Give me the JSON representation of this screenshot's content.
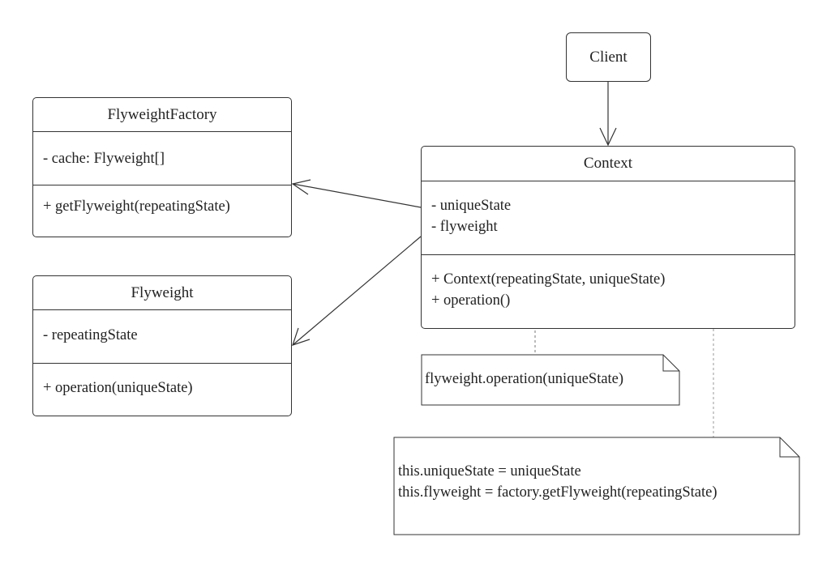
{
  "client": {
    "name": "Client"
  },
  "flyweight_factory": {
    "name": "FlyweightFactory",
    "attributes": [
      "- cache: Flyweight[]"
    ],
    "methods": [
      "+ getFlyweight(repeatingState)"
    ]
  },
  "flyweight": {
    "name": "Flyweight",
    "attributes": [
      "- repeatingState"
    ],
    "methods": [
      "+ operation(uniqueState)"
    ]
  },
  "context": {
    "name": "Context",
    "attributes": [
      "- uniqueState",
      "- flyweight"
    ],
    "methods": [
      "+ Context(repeatingState, uniqueState)",
      "+ operation()"
    ]
  },
  "notes": {
    "operation_note": "flyweight.operation(uniqueState)",
    "constructor_note": [
      "this.uniqueState = uniqueState",
      "this.flyweight = factory.getFlyweight(repeatingState)"
    ]
  }
}
